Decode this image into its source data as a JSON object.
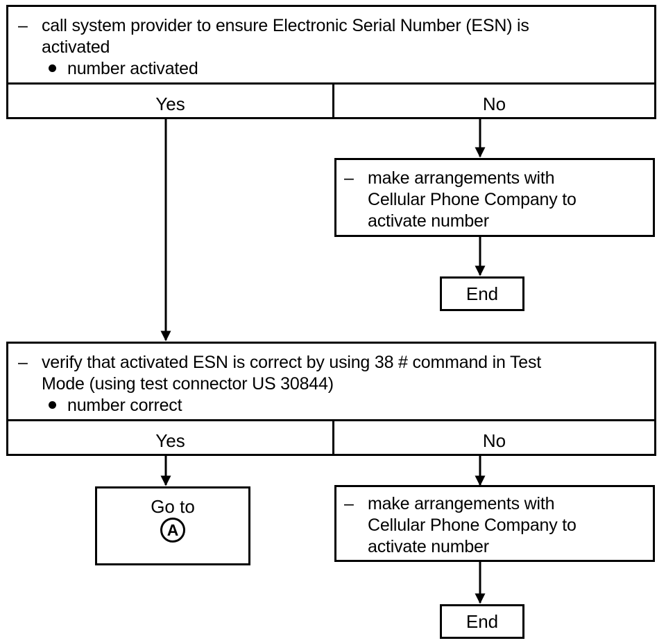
{
  "step1": {
    "action_line1": "call system provider to ensure Electronic Serial Number (ESN) is",
    "action_line2": "activated",
    "check": "number activated",
    "dash": "–",
    "yes": "Yes",
    "no": "No"
  },
  "no_action_1": {
    "dash": "–",
    "line1": "make arrangements with",
    "line2": "Cellular Phone Company to",
    "line3": "activate number"
  },
  "end_1": "End",
  "step2": {
    "action_line1": "verify that activated ESN is correct by using 38 # command in Test",
    "action_line2": "Mode (using test connector US 30844)",
    "check": "number correct",
    "dash": "–",
    "yes": "Yes",
    "no": "No"
  },
  "goto": {
    "label": "Go to",
    "target": "A"
  },
  "no_action_2": {
    "dash": "–",
    "line1": "make arrangements with",
    "line2": "Cellular Phone Company to",
    "line3": "activate number"
  },
  "end_2": "End"
}
